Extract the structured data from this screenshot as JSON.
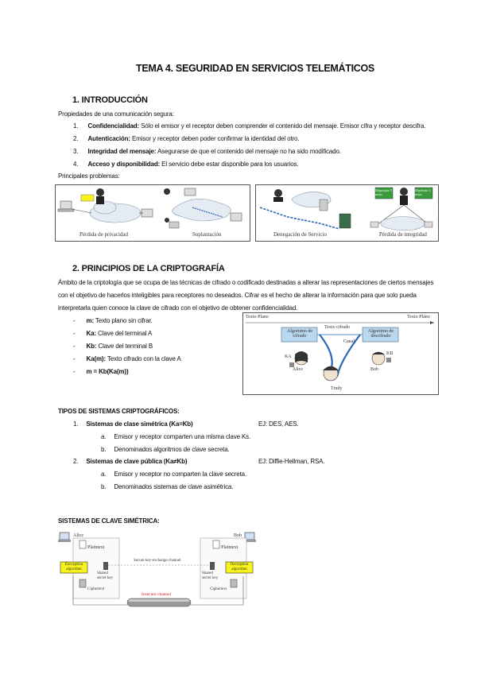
{
  "title": "TEMA 4. SEGURIDAD EN SERVICIOS TELEMÁTICOS",
  "s1": {
    "heading": "1.   INTRODUCCIÓN",
    "intro": "Propiedades de una comunicación segura:",
    "items": [
      {
        "num": "1.",
        "term": "Confidencialidad:",
        "text": " Sólo el emisor y el receptor deben comprender el contenido del mensaje. Emisor cifra y receptor descifra."
      },
      {
        "num": "2.",
        "term": "Autenticación:",
        "text": " Emisor y receptor deben poder confirmar la identidad del otro."
      },
      {
        "num": "3.",
        "term": "Integridad del mensaje:",
        "text": " Asegurarse de que el contenido del mensaje no ha sido modificado."
      },
      {
        "num": "4.",
        "term": "Acceso y disponibilidad:",
        "text": " El servicio debe estar disponible para los usuarios."
      }
    ],
    "problems": "Principales problemas:",
    "fig_captions": [
      "Pérdida de privacidad",
      "Suplantación",
      "Denegación de Servicio",
      "Pérdida de integridad"
    ],
    "fig_labels": {
      "depositar": "Depositar 5 mios",
      "depositar2": "Depósito 5 mios"
    }
  },
  "s2": {
    "heading": "2.   PRINCIPIOS DE LA CRIPTOGRAFÍA",
    "para": [
      "Ámbito de la criptología que se ocupa de las técnicas de cifrado o codificado destinadas a alterar las representaciones de ciertos mensajes",
      "con el objetivo de hacerlos inteligibles para receptores no deseados. Cifrar es el hecho de alterar la información para que solo pueda",
      "interpretarla quien conoce la clave de cifrado con el objetivo de obtener confidencialidad."
    ],
    "bullets": [
      {
        "term": "m:",
        "text": " Texto plano sin cifrar."
      },
      {
        "term": "Ka:",
        "text": " Clave del terminal A"
      },
      {
        "term": "Kb:",
        "text": " Clave del terminal B"
      },
      {
        "term": "Ka(m):",
        "text": " Texto cifrado con la clave A"
      },
      {
        "term": "m = Kb(Ka(m))",
        "text": ""
      }
    ],
    "diagram": {
      "texto_plano_l": "Texto Plano",
      "texto_plano_r": "Texto Plano",
      "alg_cifrado": "Algoritmo de cifrado",
      "alg_descifrado": "Algoritmo de descifrado",
      "texto_cifrado": "Texto cifrado",
      "canal": "Canal",
      "alice": "Alice",
      "bob": "Bob",
      "trudy": "Trudy",
      "ka": "KA",
      "kb": "KB"
    }
  },
  "tipos": {
    "heading": "TIPOS DE SISTEMAS CRIPTOGRÁFICOS:",
    "items": [
      {
        "num": "1.",
        "title": "Sistemas de clase simétrica (Ka=Kb)",
        "example": "EJ: DES, AES.",
        "sub": [
          {
            "l": "a.",
            "t": "Emisor y receptor comparten una misma clave Ks."
          },
          {
            "l": "b.",
            "t": "Denominados algoritmos de clave secreta."
          }
        ]
      },
      {
        "num": "2.",
        "title": "Sistemas de clave pública (Ka≠Kb)",
        "example": "EJ: Diffie-Hellman, RSA.",
        "sub": [
          {
            "l": "a.",
            "t": "Emisor y receptor no comparten la clave secreta."
          },
          {
            "l": "b.",
            "t": "Denominados sistemas de clave asimétrica."
          }
        ]
      }
    ]
  },
  "sim": {
    "heading": "SISTEMAS DE CLAVE SIMÉTRICA:",
    "diagram": {
      "alice": "Alice",
      "bob": "Bob",
      "plaintext_l": "Plaintext",
      "plaintext_r": "Plaintext",
      "enc": "Encryption algorithm",
      "dec": "Decryption algorithm",
      "shared_l": "Shared secret key",
      "shared_r": "Shared secret key",
      "ciphertext_l": "Ciphertext",
      "ciphertext_r": "Ciphertext",
      "secure": "Secure key-exchange channel",
      "insecure": "Insecure channel"
    }
  },
  "colors": {
    "accent_yellow": "#f7f31d",
    "box_blue": "#b9d7ee",
    "insecure_red": "#d21d1d",
    "badge_green": "#3a9a3a"
  }
}
